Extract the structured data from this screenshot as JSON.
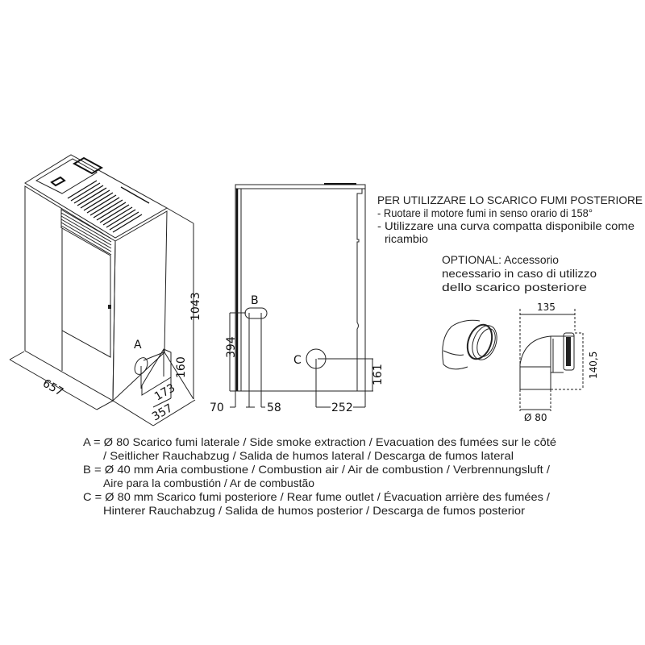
{
  "stove_view": {
    "label_a": "A",
    "dim_width": "657",
    "dim_depth": "357",
    "dim_a_offset": "173",
    "dim_a_height": "160",
    "dim_height": "1043"
  },
  "rear_view": {
    "label_b": "B",
    "label_c": "C",
    "dim_b_height": "394",
    "dim_c_height": "161",
    "dim_left": "70",
    "dim_b_width": "58",
    "dim_c_right": "252"
  },
  "instructions": {
    "heading": "PER UTILIZZARE LO SCARICO FUMI POSTERIORE",
    "step1": "- Ruotare il motore fumi  in senso orario di 158°",
    "step2": "- Utilizzare una curva compatta disponibile come",
    "step2_cont": "ricambio",
    "optional_1": "OPTIONAL: Accessorio",
    "optional_2": "necessario in caso di utilizzo",
    "optional_3": "dello scarico posteriore"
  },
  "elbow": {
    "dim_length": "135",
    "dim_height": "140,5",
    "dim_diameter": "Ø 80"
  },
  "legend": {
    "a_line1": "A = Ø 80 Scarico fumi laterale / Side smoke extraction / Evacuation des fumées sur le côté",
    "a_line2": "/ Seitlicher Rauchabzug / Salida de humos lateral / Descarga de fumos lateral",
    "b_line1": "B = Ø 40 mm Aria combustione / Combustion air / Air de combustion / Verbrennungsluft /",
    "b_line2": "Aire para la combustión / Ar de combustão",
    "c_line1": "C = Ø 80 mm Scarico fumi posteriore / Rear fume outlet / Évacuation arrière des fumées /",
    "c_line2": "Hinterer Rauchabzug / Salida de humos posterior / Descarga de fumos posterior"
  }
}
